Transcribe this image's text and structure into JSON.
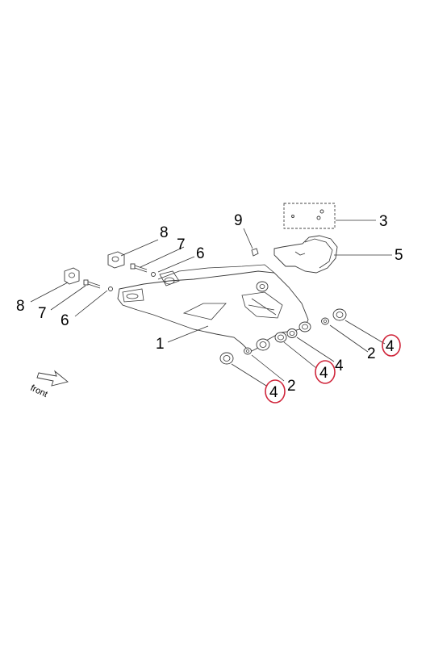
{
  "labels": {
    "l1": "1",
    "l2a": "2",
    "l2b": "2",
    "l3": "3",
    "l4a": "4",
    "l4b": "4",
    "l4c": "4",
    "l4d": "4",
    "l5": "5",
    "l6a": "6",
    "l6b": "6",
    "l7a": "7",
    "l7b": "7",
    "l8a": "8",
    "l8b": "8",
    "l9": "9"
  },
  "direction_label": "front",
  "highlight_color": "#d0263b"
}
